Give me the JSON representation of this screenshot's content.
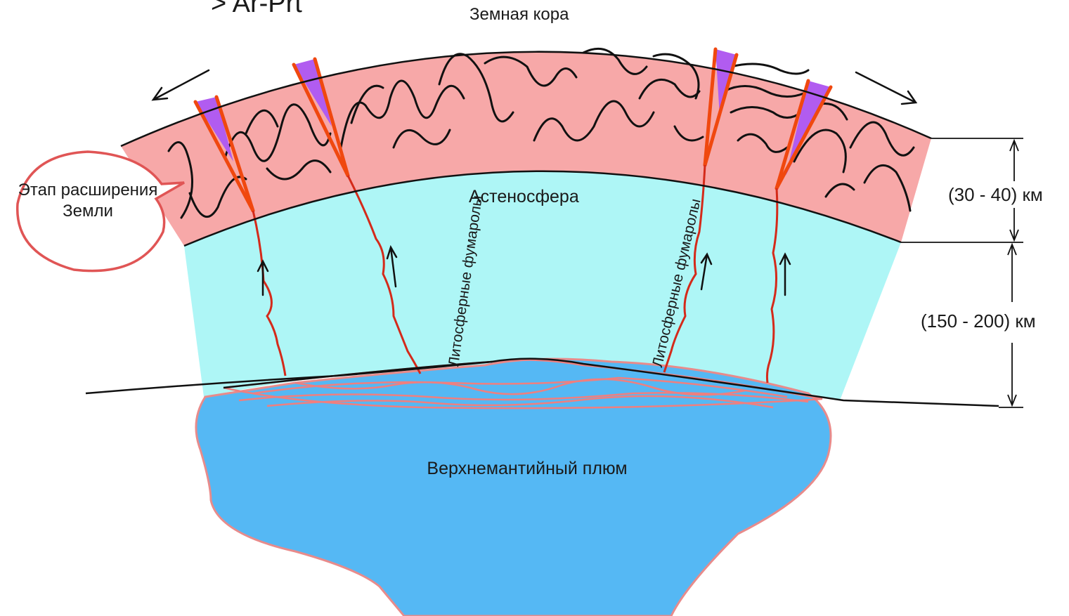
{
  "title": "> Ar-Prt",
  "labels": {
    "crust": "Земная кора",
    "asthenosphere": "Астеносфера",
    "plume": "Верхнемантийный плюм",
    "fumaroles_left": "Литосферные фумаролы",
    "fumaroles_right": "Литосферные фумаролы",
    "bubble": "Этап расширения Земли"
  },
  "dimensions": {
    "crust_thickness": "(30 - 40) км",
    "asthenosphere_thickness": "(150 - 200) км"
  },
  "colors": {
    "crust": "#f7a8a8",
    "asthenosphere": "#aef6f6",
    "plume": "#55b8f4",
    "fumarole": "#d42a1a",
    "fault": "#f0480f",
    "magma_wedge": "#b15cf0",
    "bubble_border": "#e05555",
    "outline": "#111111"
  }
}
